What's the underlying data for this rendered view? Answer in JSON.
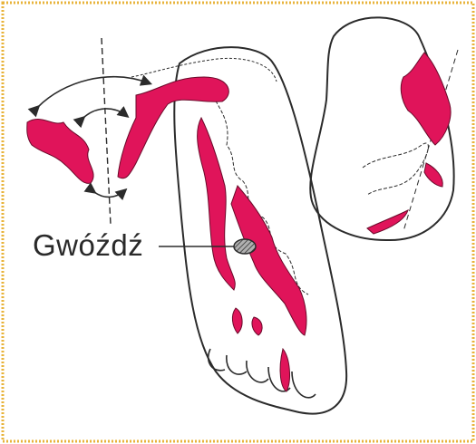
{
  "label": {
    "text": "Gwóźdź"
  },
  "colors": {
    "background": "#ffffff",
    "frame": "#e8b33a",
    "outline": "#2b2b2b",
    "highlight": "#e0145a",
    "nail_fill": "#9a9a9a"
  },
  "icons": {
    "nail": "hatched-circle",
    "rotation_arrows": "curved-double-arrow"
  }
}
